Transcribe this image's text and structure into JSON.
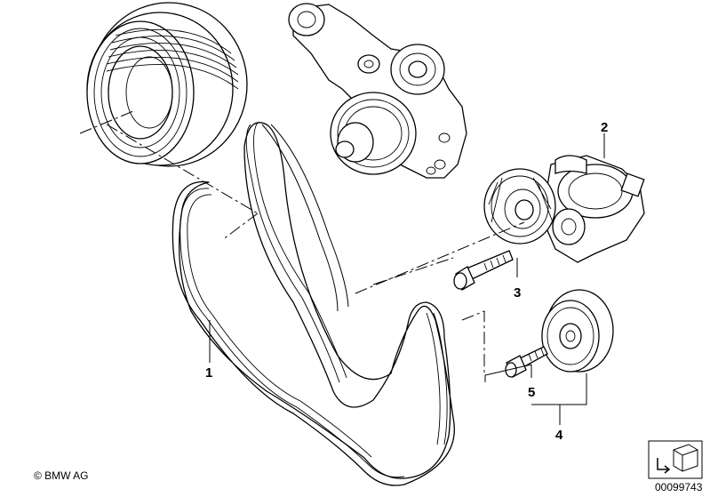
{
  "callouts": {
    "c1": "1",
    "c2": "2",
    "c3": "3",
    "c4": "4",
    "c5": "5"
  },
  "copyright": "© BMW AG",
  "image_number": "00099743",
  "icons": [
    "crankshaft-pulley",
    "water-pump",
    "belt-tensioner",
    "deflection-pulley",
    "bolt",
    "ribbed-v-belt",
    "bmw-catalog-symbol-icon"
  ]
}
